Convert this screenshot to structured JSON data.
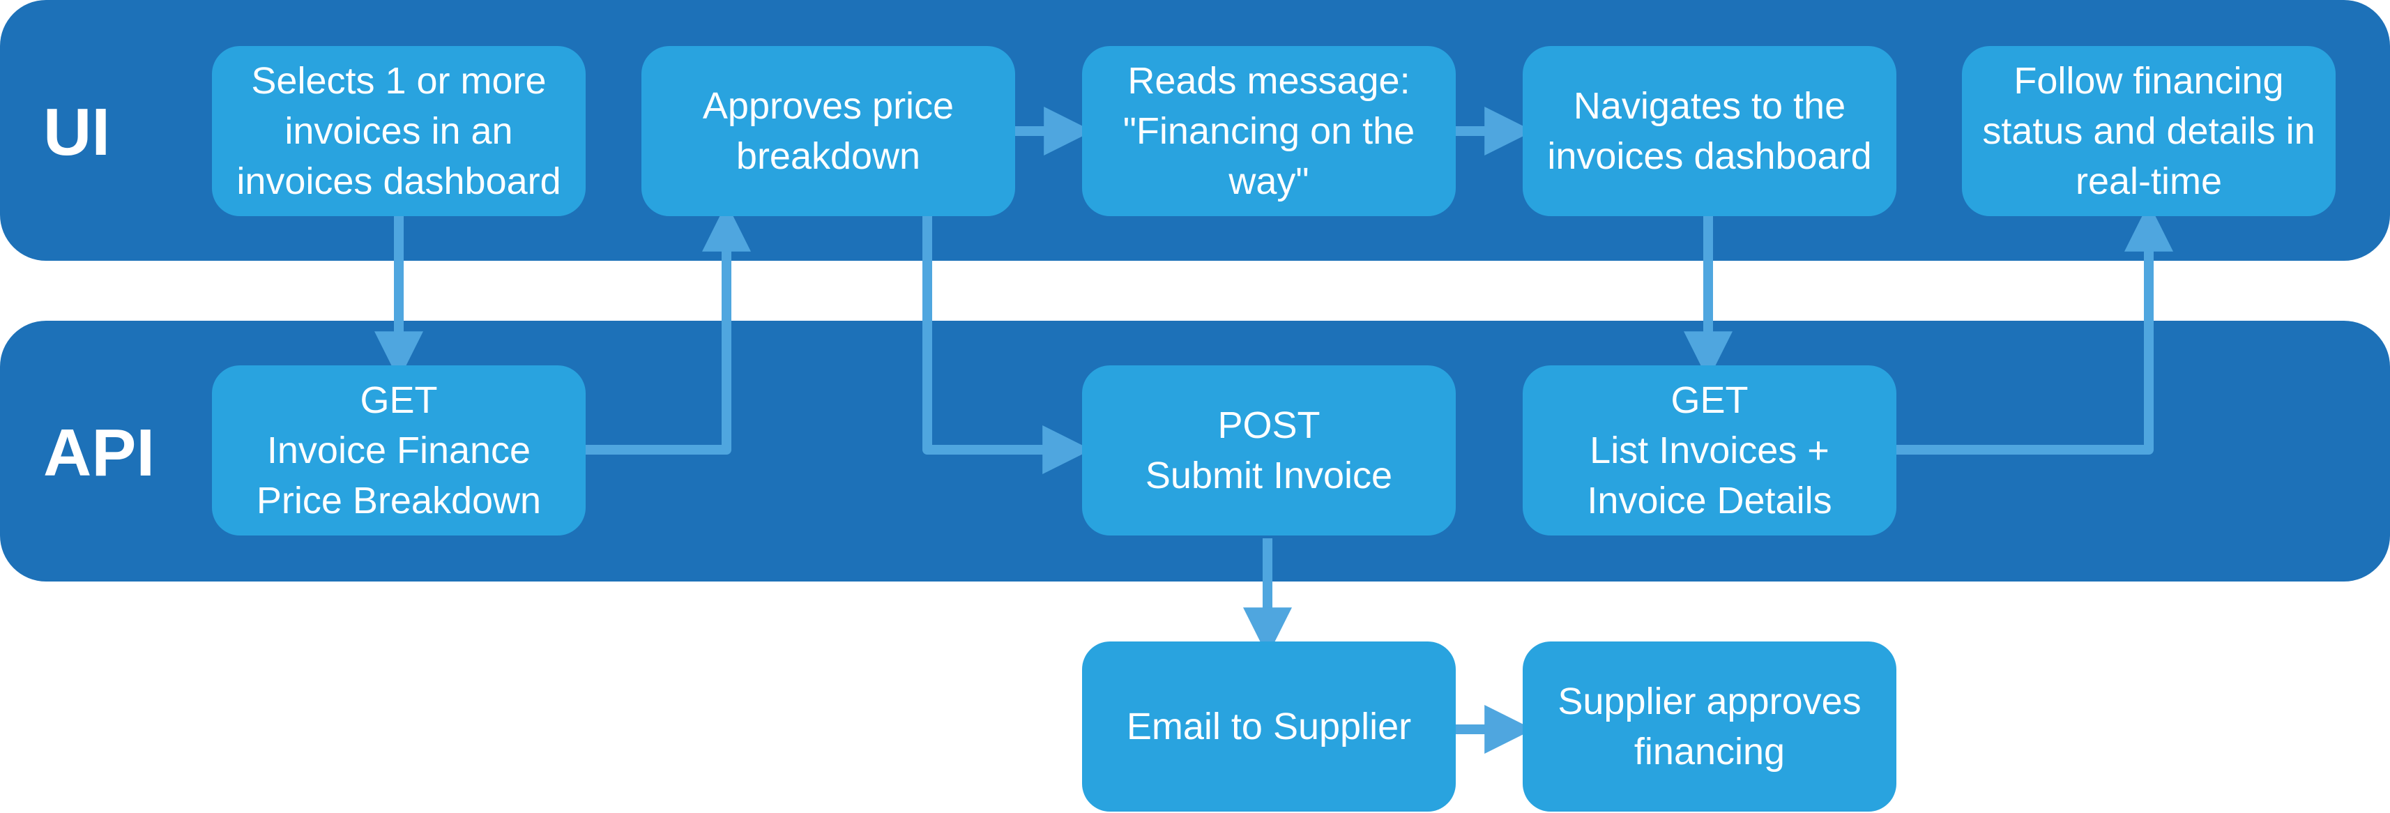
{
  "colors": {
    "lane_fill": "#1d71b8",
    "box_fill": "#29a3df",
    "arrow": "#4fa6df",
    "text": "#ffffff"
  },
  "lanes": {
    "ui": "UI",
    "api": "API"
  },
  "boxes": {
    "select_invoices": "Selects 1 or more\ninvoices in an\ninvoices dashboard",
    "approve_breakdown": "Approves price\nbreakdown",
    "read_message": "Reads message:\n\"Financing on the\nway\"",
    "navigate_dashboard": "Navigates to the\ninvoices dashboard",
    "follow_status": "Follow financing\nstatus and details in\nreal-time",
    "get_price_breakdown": "GET\nInvoice Finance\nPrice Breakdown",
    "post_submit": "POST\nSubmit Invoice",
    "get_list_invoices": "GET\nList Invoices +\nInvoice Details",
    "email_supplier": "Email to Supplier",
    "supplier_approves": "Supplier approves\nfinancing"
  }
}
